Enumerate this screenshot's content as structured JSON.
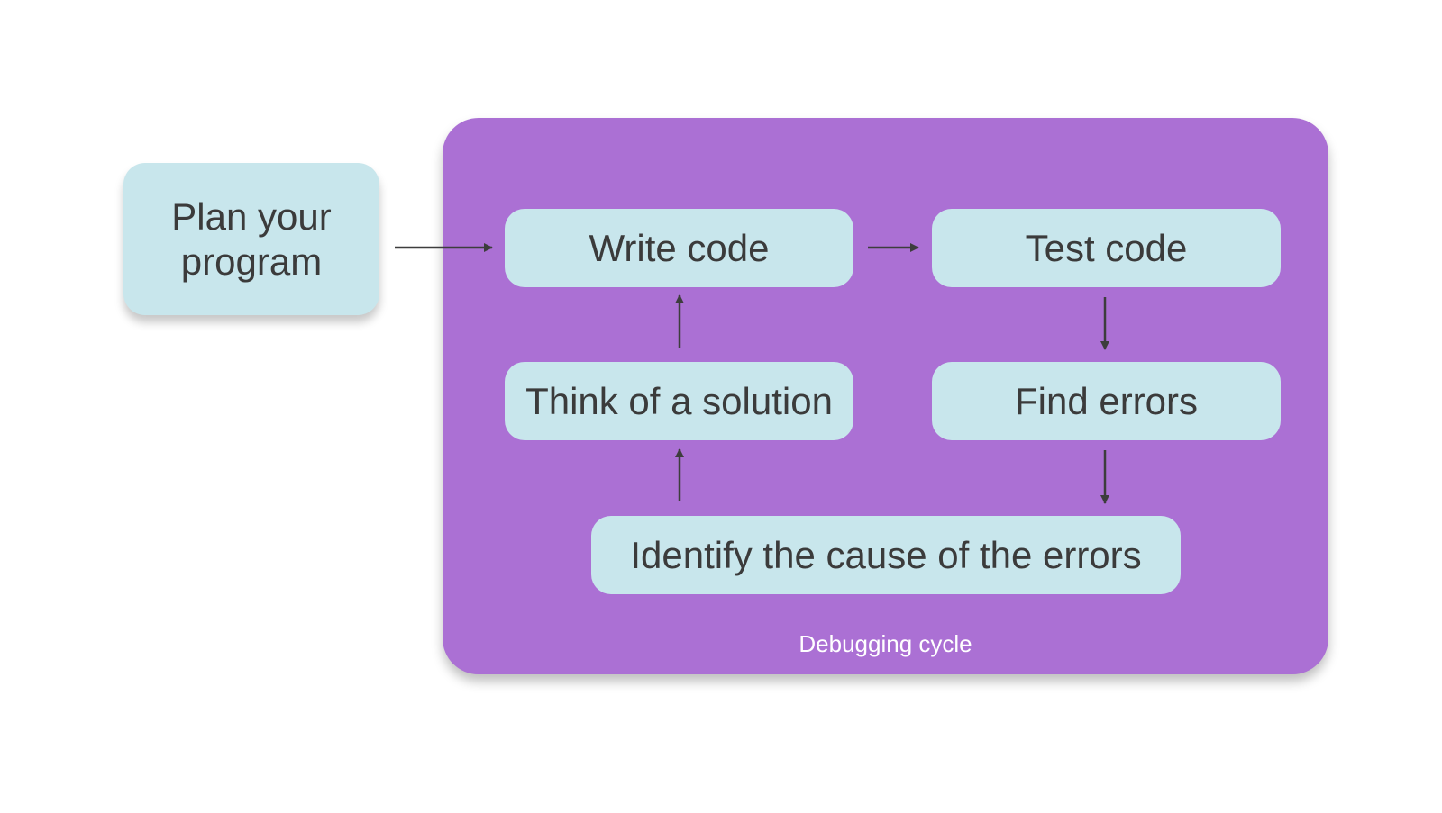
{
  "diagram": {
    "plan_label": "Plan your program",
    "cycle_label": "Debugging cycle",
    "nodes": {
      "write": "Write code",
      "test": "Test code",
      "think": "Think of a solution",
      "find": "Find errors",
      "identify": "Identify the cause of the errors"
    },
    "colors": {
      "cycle_background": "#ab70d4",
      "node_fill": "#c8e6ec",
      "text": "#3b3b3b",
      "arrow": "#3d3d3d",
      "cycle_label_text": "#ffffff"
    }
  }
}
